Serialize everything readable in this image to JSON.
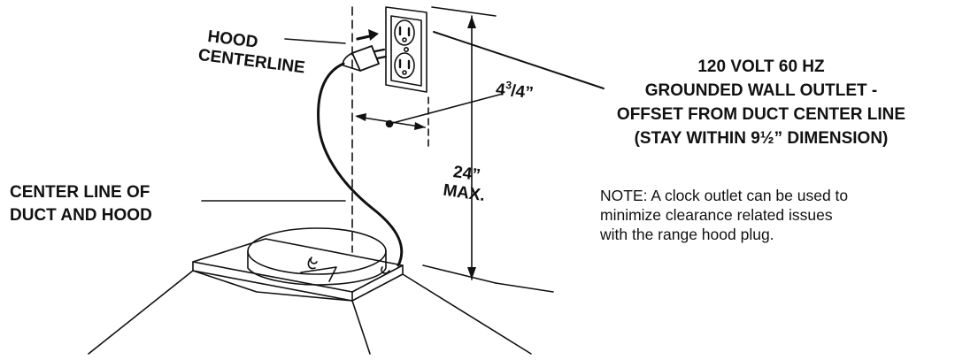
{
  "labels": {
    "hood_centerline": [
      "HOOD",
      "CENTERLINE"
    ],
    "center_line_of_duct": [
      "CENTER LINE OF",
      "DUCT AND HOOD"
    ],
    "dim_offset": "4³/₄”",
    "dim_offset_whole": "4",
    "dim_offset_num": "3",
    "dim_offset_rest": "/4”",
    "dim_height": [
      "24”",
      "MAX."
    ]
  },
  "outlet_callout": [
    "120 VOLT 60 HZ",
    "GROUNDED WALL OUTLET -",
    "OFFSET FROM DUCT CENTER LINE",
    "(STAY WITHIN 9½” DIMENSION)"
  ],
  "note": [
    "NOTE: A clock outlet can be used to",
    "minimize clearance related issues",
    "with the range hood plug."
  ]
}
